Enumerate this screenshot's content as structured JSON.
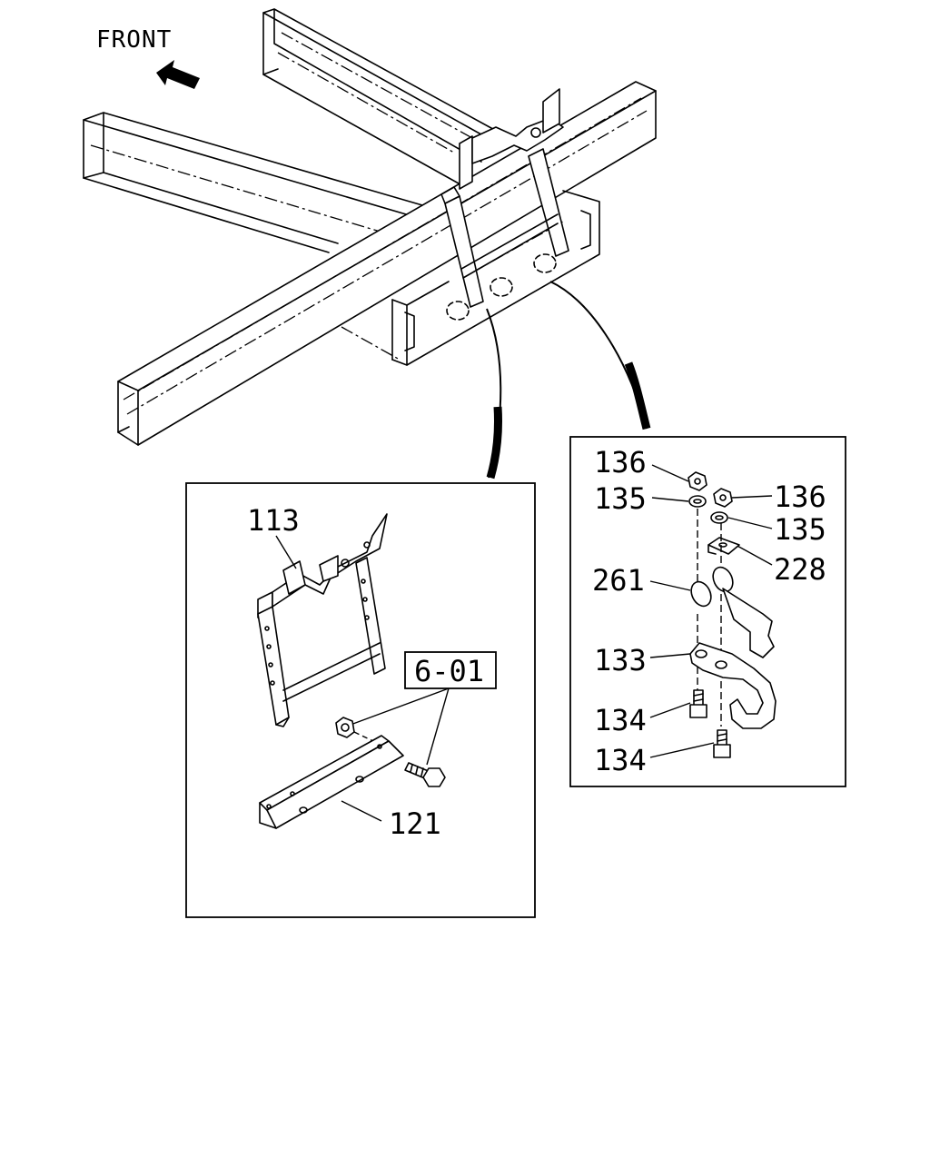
{
  "orientation_label": "FRONT",
  "orientation_arrow_icon": "front-arrow-icon",
  "left_detail": {
    "callouts": [
      {
        "id": "113",
        "part": "bracket-assembly"
      },
      {
        "id": "121",
        "part": "angle-bracket"
      }
    ],
    "boxed_reference": "6-01"
  },
  "right_detail": {
    "callouts": [
      {
        "id": "136",
        "part": "nut-left"
      },
      {
        "id": "135",
        "part": "washer-left"
      },
      {
        "id": "136",
        "part": "nut-right"
      },
      {
        "id": "135",
        "part": "washer-right"
      },
      {
        "id": "228",
        "part": "plate"
      },
      {
        "id": "261",
        "part": "ring"
      },
      {
        "id": "133",
        "part": "tow-hook"
      },
      {
        "id": "134",
        "part": "bolt-upper"
      },
      {
        "id": "134",
        "part": "bolt-lower"
      }
    ]
  }
}
